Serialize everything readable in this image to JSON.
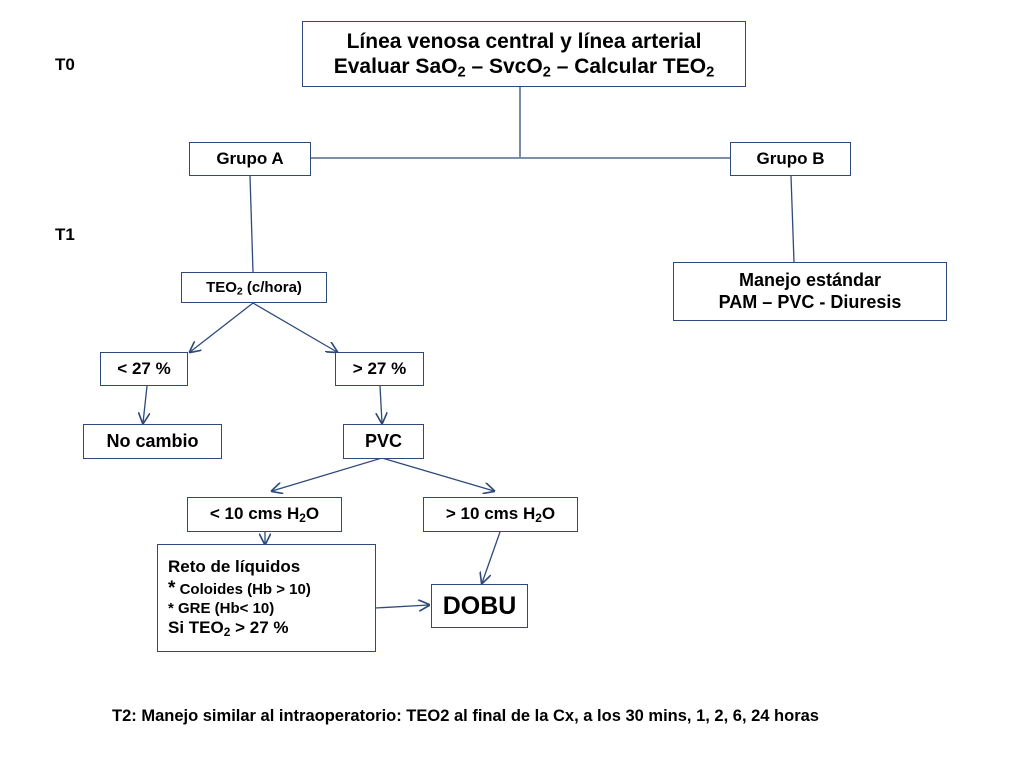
{
  "time_labels": {
    "t0": "T0",
    "t1": "T1"
  },
  "top": {
    "line1": "Línea venosa central y línea arterial",
    "line2_a": "Evaluar SaO",
    "line2_sub1": "2",
    "line2_b": " – SvcO",
    "line2_sub2": "2",
    "line2_c": " – Calcular TEO",
    "line2_sub3": "2"
  },
  "groups": {
    "a": "Grupo A",
    "b": "Grupo B"
  },
  "teo": {
    "text": "TEO",
    "sub": "2",
    "suffix": " (c/hora)"
  },
  "manejo": {
    "line1": "Manejo estándar",
    "line2": "PAM – PVC - Diuresis"
  },
  "branch": {
    "lt27": "< 27 %",
    "gt27": "> 27 %",
    "no_cambio": "No cambio",
    "pvc": "PVC",
    "lt10_a": "< 10 cms H",
    "lt10_sub": "2",
    "lt10_b": "O",
    "gt10_a": "> 10 cms H",
    "gt10_sub": "2",
    "gt10_b": "O"
  },
  "reto": {
    "title": "Reto de líquidos",
    "item1_star": "*",
    "item1": " Coloides (Hb > 10)",
    "item2": "* GRE (Hb< 10)",
    "si_a": "Si TEO",
    "si_sub": "2",
    "si_b": " > 27 %"
  },
  "dobu": "DOBU",
  "footer": "T2: Manejo similar al intraoperatorio: TEO2 al final de la Cx, a los 30 mins, 1, 2, 6, 24 horas",
  "colors": {
    "stroke": "#2e4a7a",
    "text": "#000000",
    "background": "#ffffff"
  }
}
